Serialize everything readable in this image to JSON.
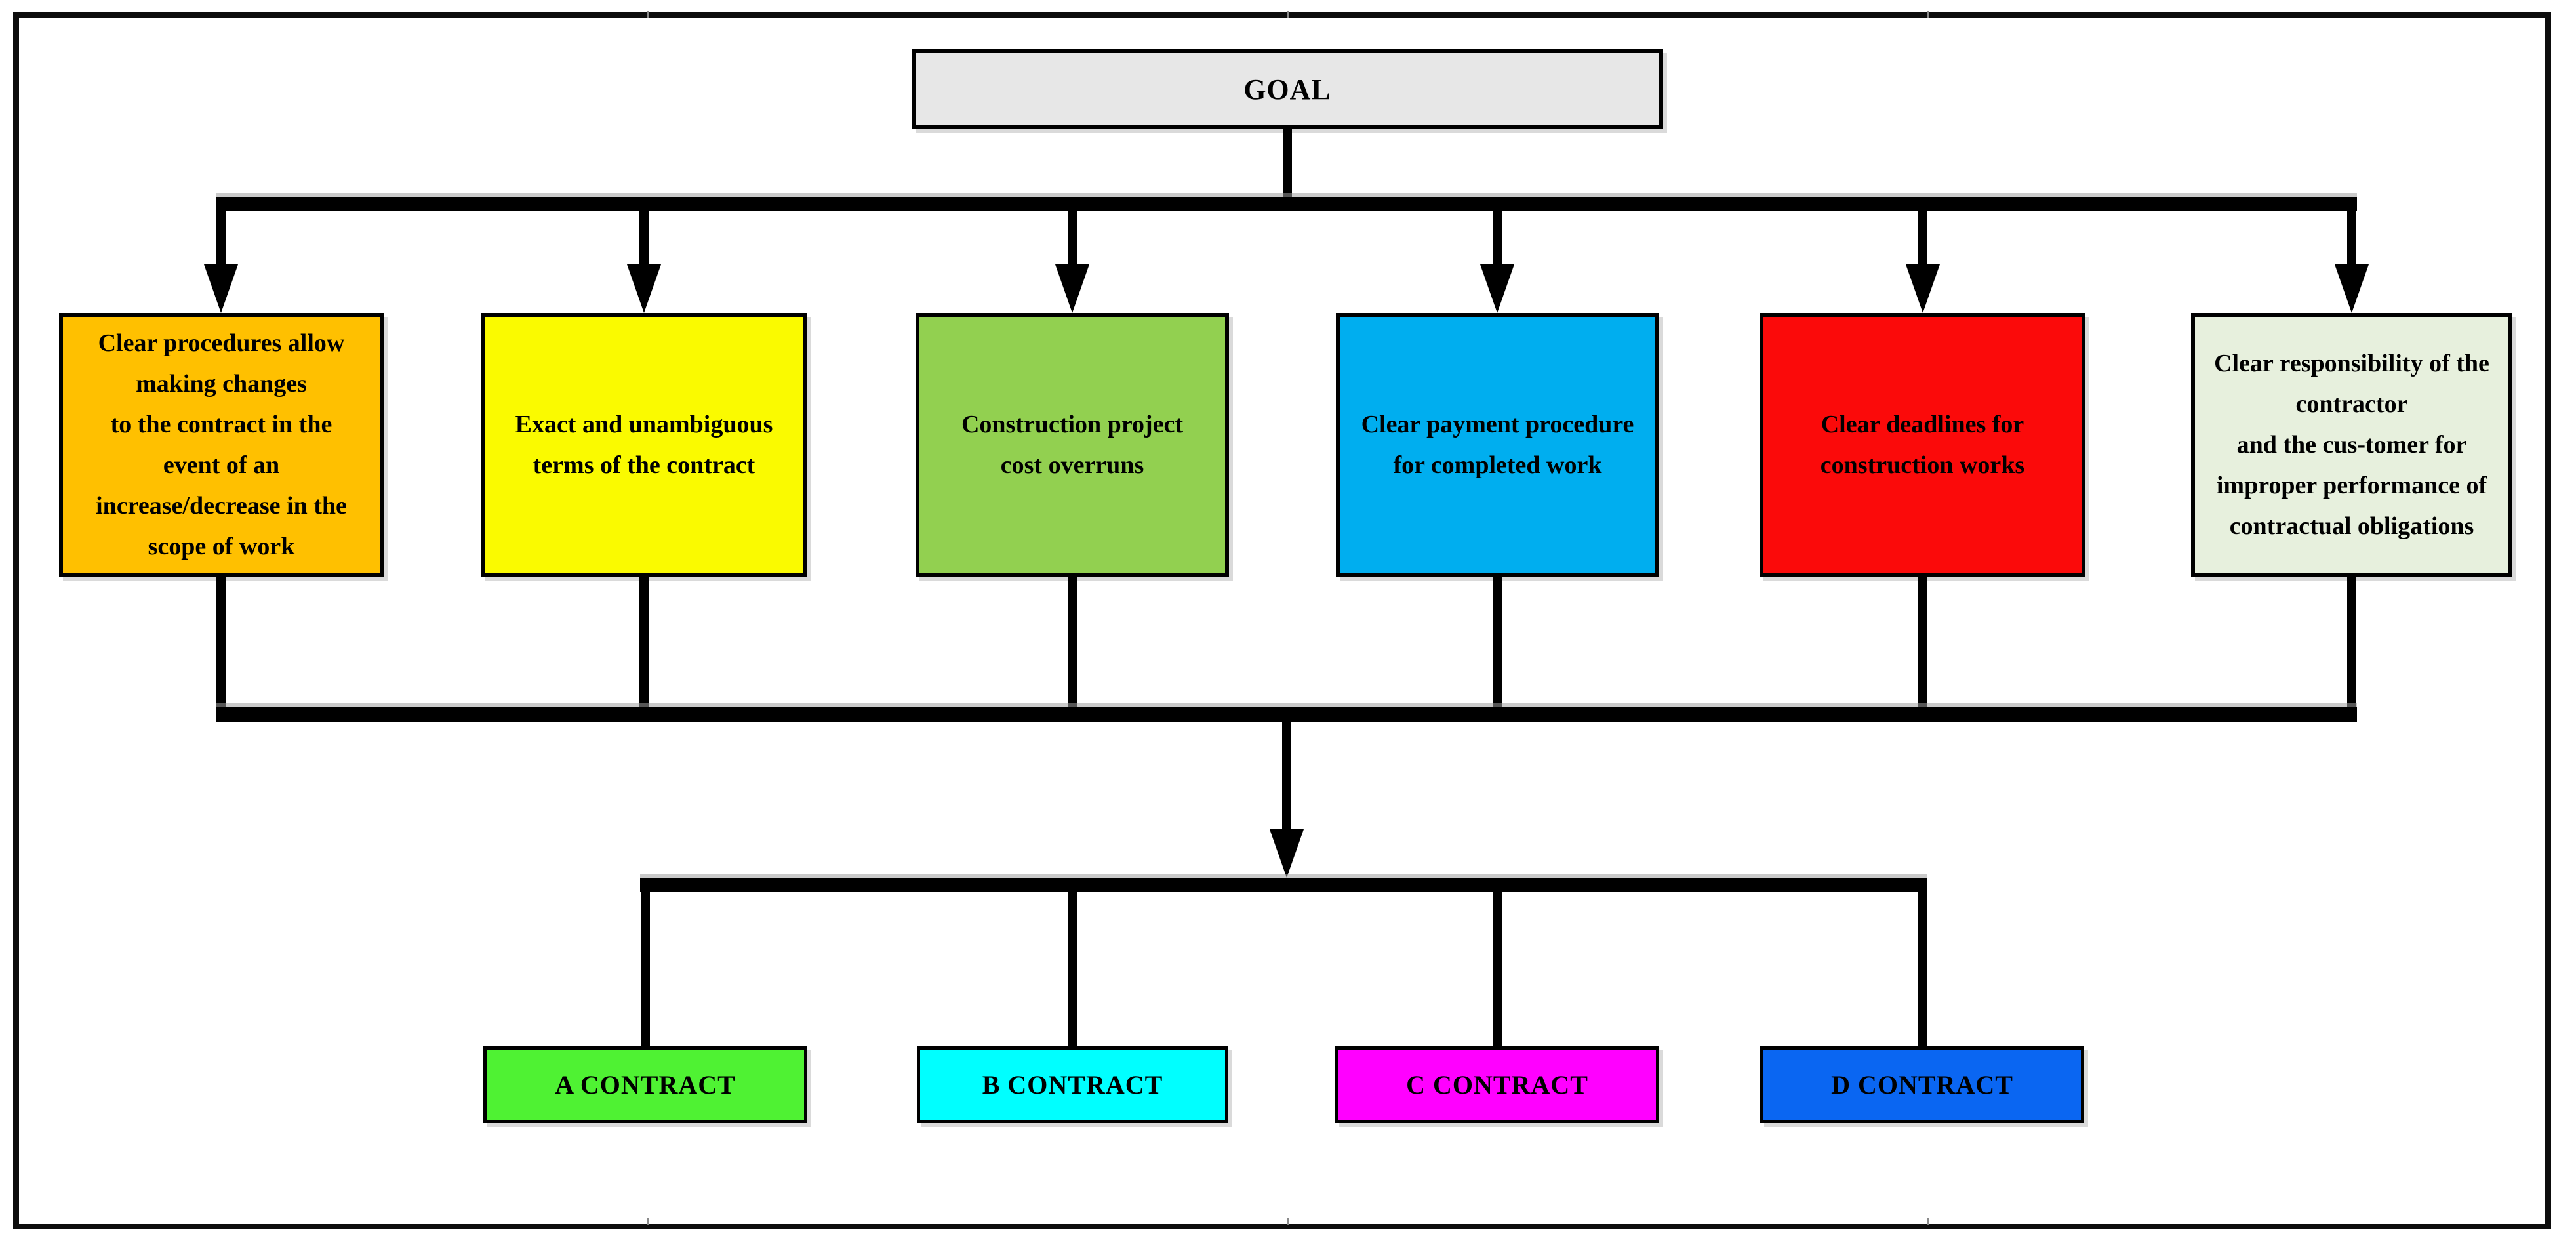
{
  "diagram": {
    "goal": {
      "label": "GOAL",
      "fill": "#E7E7E7"
    },
    "factors": [
      {
        "text": "Clear procedures allow\nmaking changes\nto the contract in the\nevent of an\nincrease/decrease in the\nscope of work",
        "fill": "#FFC000"
      },
      {
        "text": "Exact and unambiguous\nterms of the contract",
        "fill": "#FAFA00"
      },
      {
        "text": "Construction project\ncost overruns",
        "fill": "#92D050"
      },
      {
        "text": "Clear payment procedure\nfor completed work",
        "fill": "#00AEEF"
      },
      {
        "text": "Clear deadlines for\nconstruction works",
        "fill": "#FB0A0A"
      },
      {
        "text": "Clear responsibility of the\ncontractor\nand the cus-tomer for\nimproper performance of\ncontractual obligations",
        "fill": "#E7F0DD"
      }
    ],
    "contracts": [
      {
        "label": "A CONTRACT",
        "fill": "#4FF233"
      },
      {
        "label": "B CONTRACT",
        "fill": "#00FFFF"
      },
      {
        "label": "C CONTRACT",
        "fill": "#FF00FF"
      },
      {
        "label": "D CONTRACT",
        "fill": "#0A66F2"
      }
    ],
    "line_color": "#000000"
  }
}
